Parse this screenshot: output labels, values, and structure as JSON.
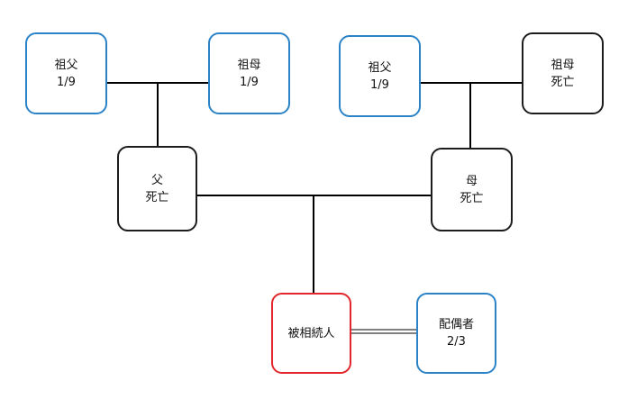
{
  "diagram": {
    "nodes": {
      "paternal_grandfather": {
        "line1": "祖父",
        "line2": "1/9",
        "color": "#2b83c7"
      },
      "paternal_grandmother": {
        "line1": "祖母",
        "line2": "1/9",
        "color": "#2b83c7"
      },
      "maternal_grandfather": {
        "line1": "祖父",
        "line2": "1/9",
        "color": "#2b83c7"
      },
      "maternal_grandmother": {
        "line1": "祖母",
        "line2": "死亡",
        "color": "#1c1c1c"
      },
      "father": {
        "line1": "父",
        "line2": "死亡",
        "color": "#1c1c1c"
      },
      "mother": {
        "line1": "母",
        "line2": "死亡",
        "color": "#1c1c1c"
      },
      "deceased": {
        "line1": "被相続人",
        "line2": "",
        "color": "#e2262b"
      },
      "spouse": {
        "line1": "配偶者",
        "line2": "2/3",
        "color": "#2b83c7"
      }
    }
  }
}
